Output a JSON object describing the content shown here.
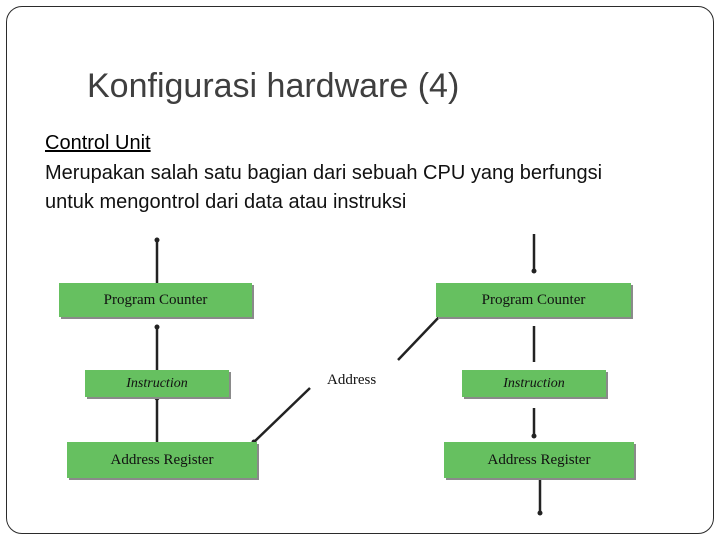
{
  "slide": {
    "title": "Konfigurasi hardware (4)",
    "heading": "Control Unit",
    "body_lines": [
      " Merupakan salah satu  bagian dari sebuah CPU yang berfungsi",
      "untuk mengontrol dari data atau instruksi"
    ]
  },
  "diagram": {
    "left": {
      "program_counter": "Program Counter",
      "instruction": "Instruction",
      "address_register": "Address Register"
    },
    "middle": {
      "address": "Address"
    },
    "right": {
      "program_counter": "Program Counter",
      "instruction": "Instruction",
      "address_register": "Address Register"
    },
    "colors": {
      "box_fill": "#66c060",
      "line": "#222222"
    }
  }
}
